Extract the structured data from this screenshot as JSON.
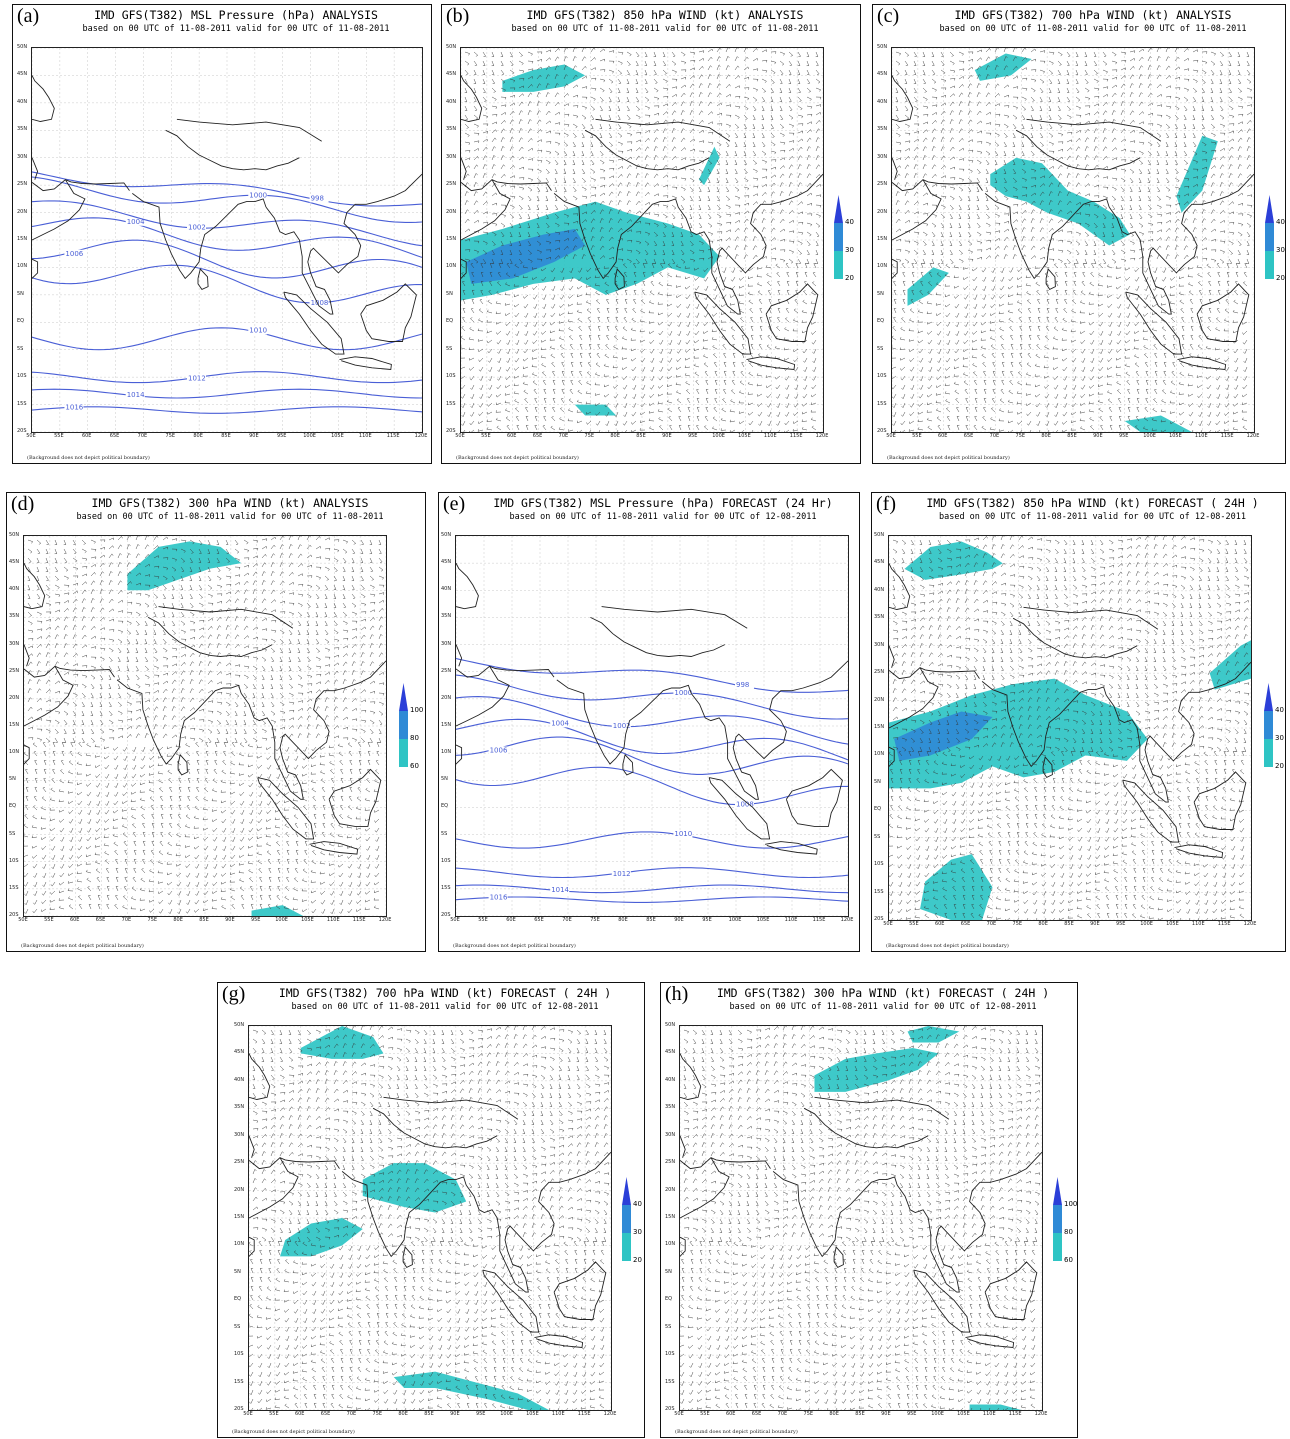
{
  "map_frame": {
    "lon_min": 50,
    "lon_max": 120,
    "lat_min": -20,
    "lat_max": 50
  },
  "lat_ticks": [
    {
      "v": 50,
      "t": "50N"
    },
    {
      "v": 45,
      "t": "45N"
    },
    {
      "v": 40,
      "t": "40N"
    },
    {
      "v": 35,
      "t": "35N"
    },
    {
      "v": 30,
      "t": "30N"
    },
    {
      "v": 25,
      "t": "25N"
    },
    {
      "v": 20,
      "t": "20N"
    },
    {
      "v": 15,
      "t": "15N"
    },
    {
      "v": 10,
      "t": "10N"
    },
    {
      "v": 5,
      "t": "5N"
    },
    {
      "v": 0,
      "t": "EQ"
    },
    {
      "v": -5,
      "t": "5S"
    },
    {
      "v": -10,
      "t": "10S"
    },
    {
      "v": -15,
      "t": "15S"
    },
    {
      "v": -20,
      "t": "20S"
    }
  ],
  "lon_ticks": [
    {
      "v": 50,
      "t": "50E"
    },
    {
      "v": 55,
      "t": "55E"
    },
    {
      "v": 60,
      "t": "60E"
    },
    {
      "v": 65,
      "t": "65E"
    },
    {
      "v": 70,
      "t": "70E"
    },
    {
      "v": 75,
      "t": "75E"
    },
    {
      "v": 80,
      "t": "80E"
    },
    {
      "v": 85,
      "t": "85E"
    },
    {
      "v": 90,
      "t": "90E"
    },
    {
      "v": 95,
      "t": "95E"
    },
    {
      "v": 100,
      "t": "100E"
    },
    {
      "v": 105,
      "t": "105E"
    },
    {
      "v": 110,
      "t": "110E"
    },
    {
      "v": 115,
      "t": "115E"
    },
    {
      "v": 120,
      "t": "120E"
    }
  ],
  "footnote": "(Background does not depict political boundary)",
  "colors": {
    "fill_low": "#2ec4c4",
    "fill_mid": "#2f8ad6",
    "fill_high": "#2b3fd8",
    "isobar": "#4a5fd6",
    "coast": "#222222",
    "barb": "#333333"
  },
  "panels": [
    {
      "id": "a",
      "letter": "(a)",
      "kind": "mslp",
      "title": "IMD GFS(T382) MSL Pressure (hPa) ANALYSIS",
      "subtitle": "based on 00 UTC of 11-08-2011 valid for 00 UTC of 11-08-2011",
      "isobars": [
        {
          "label": "1016",
          "lat": -16,
          "amp": 0.6
        },
        {
          "label": "1014",
          "lat": -13,
          "amp": 0.8
        },
        {
          "label": "1012",
          "lat": -10,
          "amp": 1.0
        },
        {
          "label": "1010",
          "lat": -3,
          "amp": 2.0
        },
        {
          "label": "1008",
          "lat": 10,
          "amp": 2.5
        },
        {
          "label": "1006",
          "lat": 14,
          "amp": 2.5
        },
        {
          "label": "1004",
          "lat": 18,
          "amp": 2.0
        },
        {
          "label": "1002",
          "lat": 21,
          "amp": 1.5
        },
        {
          "label": "1000",
          "lat": 25,
          "amp": 1.5
        },
        {
          "label": "998",
          "lat": 27,
          "amp": 1.0
        }
      ],
      "fills": []
    },
    {
      "id": "b",
      "letter": "(b)",
      "kind": "wind",
      "title": "IMD GFS(T382) 850 hPa WIND (kt) ANALYSIS",
      "subtitle": "based on 00 UTC of 11-08-2011 valid for 00 UTC of 11-08-2011",
      "colorbar": [
        "40",
        "30",
        "20"
      ],
      "fills": [
        {
          "lon": [
            50,
            58,
            68,
            76,
            82,
            90,
            96,
            100,
            97,
            90,
            84,
            78,
            72,
            64,
            56,
            50
          ],
          "lat": [
            15,
            17,
            20,
            22,
            20,
            18,
            16,
            12,
            8,
            10,
            7,
            5,
            8,
            7,
            5,
            4
          ],
          "level": 1
        },
        {
          "lon": [
            51,
            58,
            66,
            72,
            74,
            68,
            60,
            52
          ],
          "lat": [
            11,
            14,
            16,
            17,
            14,
            11,
            8,
            7
          ],
          "level": 2
        },
        {
          "lon": [
            58,
            64,
            70,
            74,
            70,
            64,
            58
          ],
          "lat": [
            44,
            46,
            47,
            45,
            43,
            42,
            42
          ],
          "level": 1
        },
        {
          "lon": [
            97,
            100,
            99,
            96
          ],
          "lat": [
            25,
            30,
            32,
            26
          ],
          "level": 1
        },
        {
          "lon": [
            72,
            78,
            80,
            74
          ],
          "lat": [
            -15,
            -15,
            -17,
            -17
          ],
          "level": 1
        }
      ]
    },
    {
      "id": "c",
      "letter": "(c)",
      "kind": "wind",
      "title": "IMD GFS(T382) 700 hPa WIND (kt) ANALYSIS",
      "subtitle": "based on 00 UTC of 11-08-2011 valid for 00 UTC of 11-08-2011",
      "colorbar": [
        "40",
        "30",
        "20"
      ],
      "fills": [
        {
          "lon": [
            69,
            74,
            79,
            84,
            89,
            94,
            96,
            92,
            86,
            80,
            76,
            72,
            69
          ],
          "lat": [
            27,
            30,
            29,
            24,
            22,
            19,
            16,
            14,
            18,
            20,
            22,
            23,
            25
          ],
          "level": 1
        },
        {
          "lon": [
            53,
            58,
            61,
            57,
            53
          ],
          "lat": [
            6,
            10,
            9,
            5,
            3
          ],
          "level": 1
        },
        {
          "lon": [
            105,
            110,
            113,
            110,
            106
          ],
          "lat": [
            23,
            34,
            33,
            24,
            20
          ],
          "level": 1
        },
        {
          "lon": [
            66,
            72,
            77,
            73,
            67
          ],
          "lat": [
            46,
            49,
            48,
            45,
            44
          ],
          "level": 1
        },
        {
          "lon": [
            95,
            102,
            108,
            105,
            98
          ],
          "lat": [
            -18,
            -17,
            -20,
            -20,
            -20
          ],
          "level": 1
        }
      ]
    },
    {
      "id": "d",
      "letter": "(d)",
      "kind": "wind",
      "title": "IMD GFS(T382) 300 hPa WIND (kt) ANALYSIS",
      "subtitle": "based on 00 UTC of 11-08-2011 valid for 00 UTC of 11-08-2011",
      "colorbar": [
        "100",
        "80",
        "60"
      ],
      "fills": [
        {
          "lon": [
            70,
            76,
            82,
            88,
            92,
            86,
            80,
            74,
            70
          ],
          "lat": [
            43,
            48,
            49,
            48,
            45,
            44,
            42,
            40,
            40
          ],
          "level": 1
        },
        {
          "lon": [
            94,
            100,
            104,
            99,
            94
          ],
          "lat": [
            -19,
            -18,
            -20,
            -20,
            -20
          ],
          "level": 1
        }
      ]
    },
    {
      "id": "e",
      "letter": "(e)",
      "kind": "mslp",
      "title": "IMD GFS(T382) MSL Pressure (hPa) FORECAST (24 Hr)",
      "subtitle": "based on 00 UTC of 11-08-2011 valid for 00 UTC of 12-08-2011",
      "isobars": [
        {
          "label": "1016",
          "lat": -17,
          "amp": 0.5
        },
        {
          "label": "1014",
          "lat": -15,
          "amp": 0.7
        },
        {
          "label": "1012",
          "lat": -12,
          "amp": 0.9
        },
        {
          "label": "1010",
          "lat": -6,
          "amp": 1.5
        },
        {
          "label": "1008",
          "lat": 7,
          "amp": 2.5
        },
        {
          "label": "1006",
          "lat": 12,
          "amp": 2.5
        },
        {
          "label": "1004",
          "lat": 15,
          "amp": 2.2
        },
        {
          "label": "1002",
          "lat": 19,
          "amp": 1.8
        },
        {
          "label": "1000",
          "lat": 23,
          "amp": 1.4
        },
        {
          "label": "998",
          "lat": 27,
          "amp": 1.0
        }
      ],
      "fills": []
    },
    {
      "id": "f",
      "letter": "(f)",
      "kind": "wind",
      "title": "IMD GFS(T382) 850 hPa WIND (kt) FORECAST ( 24H )",
      "subtitle": "based on 00 UTC of 11-08-2011 valid for 00 UTC of 12-08-2011",
      "colorbar": [
        "40",
        "30",
        "20"
      ],
      "fills": [
        {
          "lon": [
            50,
            58,
            66,
            74,
            82,
            88,
            96,
            100,
            96,
            88,
            82,
            76,
            70,
            64,
            58,
            50
          ],
          "lat": [
            16,
            18,
            21,
            23,
            24,
            21,
            18,
            13,
            9,
            10,
            7,
            6,
            8,
            5,
            4,
            4
          ],
          "level": 1
        },
        {
          "lon": [
            51,
            58,
            64,
            70,
            66,
            58,
            52
          ],
          "lat": [
            13,
            16,
            18,
            17,
            13,
            10,
            9
          ],
          "level": 2
        },
        {
          "lon": [
            53,
            58,
            64,
            69,
            72,
            70,
            64,
            57
          ],
          "lat": [
            44,
            48,
            49,
            47,
            45,
            44,
            43,
            42
          ],
          "level": 1
        },
        {
          "lon": [
            57,
            62,
            66,
            70,
            68,
            62,
            56
          ],
          "lat": [
            -13,
            -9,
            -8,
            -14,
            -20,
            -20,
            -18
          ],
          "level": 1
        },
        {
          "lon": [
            112,
            118,
            120,
            120,
            113
          ],
          "lat": [
            25,
            30,
            31,
            24,
            22
          ],
          "level": 1
        }
      ]
    },
    {
      "id": "g",
      "letter": "(g)",
      "kind": "wind",
      "title": "IMD GFS(T382) 700 hPa WIND (kt) FORECAST ( 24H )",
      "subtitle": "based on 00 UTC of 11-08-2011 valid for 00 UTC of 12-08-2011",
      "colorbar": [
        "40",
        "30",
        "20"
      ],
      "fills": [
        {
          "lon": [
            60,
            68,
            74,
            76,
            72,
            66,
            60
          ],
          "lat": [
            46,
            50,
            48,
            45,
            44,
            44,
            45
          ],
          "level": 1
        },
        {
          "lon": [
            72,
            78,
            84,
            90,
            92,
            86,
            80,
            76,
            72
          ],
          "lat": [
            22,
            25,
            25,
            22,
            18,
            16,
            17,
            18,
            19
          ],
          "level": 1
        },
        {
          "lon": [
            57,
            62,
            68,
            72,
            68,
            62,
            56
          ],
          "lat": [
            11,
            14,
            15,
            13,
            10,
            8,
            8
          ],
          "level": 1
        },
        {
          "lon": [
            78,
            86,
            94,
            102,
            108,
            104,
            96,
            86,
            80
          ],
          "lat": [
            -14,
            -13,
            -15,
            -17,
            -20,
            -20,
            -18,
            -16,
            -16
          ],
          "level": 1
        }
      ]
    },
    {
      "id": "h",
      "letter": "(h)",
      "kind": "wind",
      "title": "IMD GFS(T382) 300 hPa WIND (kt) FORECAST ( 24H )",
      "subtitle": "based on 00 UTC of 11-08-2011 valid for 00 UTC of 12-08-2011",
      "colorbar": [
        "100",
        "80",
        "60"
      ],
      "fills": [
        {
          "lon": [
            76,
            82,
            88,
            95,
            100,
            96,
            90,
            82,
            76
          ],
          "lat": [
            41,
            44,
            45,
            46,
            45,
            42,
            40,
            38,
            38
          ],
          "level": 1
        },
        {
          "lon": [
            94,
            98,
            104,
            100,
            95
          ],
          "lat": [
            49,
            50,
            49,
            47,
            47
          ],
          "level": 1
        },
        {
          "lon": [
            106,
            112,
            116,
            110,
            106
          ],
          "lat": [
            -19,
            -19,
            -20,
            -20,
            -20
          ],
          "level": 1
        }
      ]
    }
  ]
}
